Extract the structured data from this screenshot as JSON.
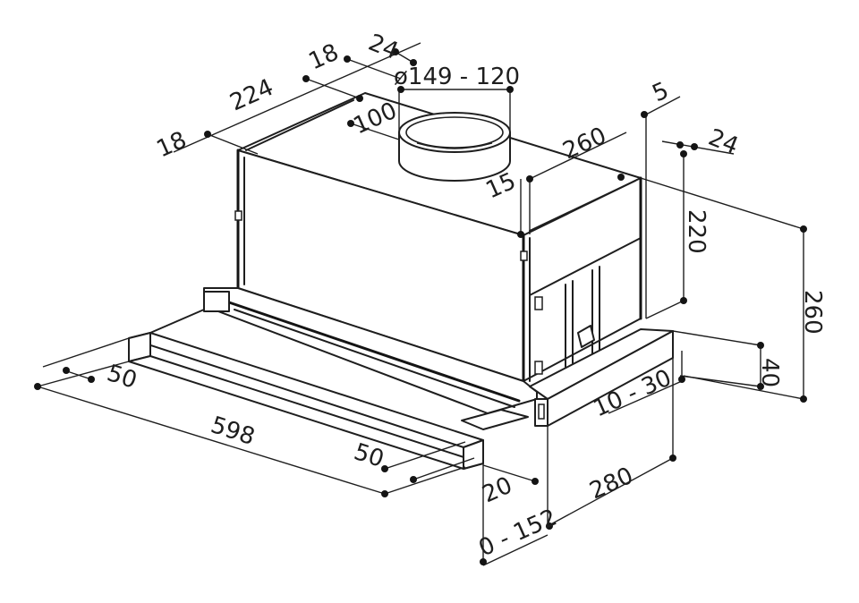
{
  "dimensions": {
    "d_18_left": "18",
    "d_224": "224",
    "d_18_top": "18",
    "d_24_top": "24",
    "d_diameter": "ø149 - 120",
    "d_100": "100",
    "d_5": "5",
    "d_260_top": "260",
    "d_24_right": "24",
    "d_15": "15",
    "d_220": "220",
    "d_260_right": "260",
    "d_40": "40",
    "d_10_30": "10 - 30",
    "d_280": "280",
    "d_0_152": "0 - 152",
    "d_20": "20",
    "d_50_right": "50",
    "d_50_left": "50",
    "d_598": "598"
  },
  "colors": {
    "line": "#1e1e1e",
    "background": "#ffffff"
  }
}
